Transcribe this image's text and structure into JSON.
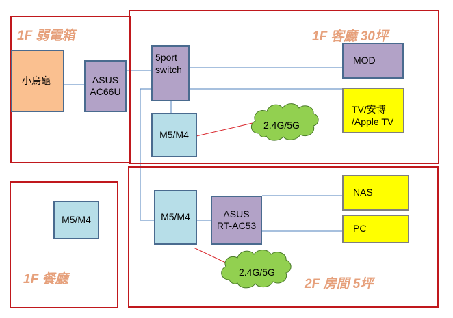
{
  "zones": {
    "utility": "1F 弱電箱",
    "living": "1F 客廳 30坪",
    "dining": "1F 餐廳",
    "room": "2F 房間 5坪"
  },
  "devices": {
    "modem": "小烏龜",
    "router_main": "ASUS\nAC66U",
    "switch": "5port\nswitch",
    "mesh_living": "M5/M4",
    "mod": "MOD",
    "tv": "TV/安博\n/Apple TV",
    "mesh_dining": "M5/M4",
    "mesh_room": "M5/M4",
    "router_room": "ASUS\nRT-AC53",
    "nas": "NAS",
    "pc": "PC"
  },
  "wireless": {
    "living_cloud": "2.4G/5G",
    "room_cloud": "2.4G/5G"
  },
  "colors": {
    "zone_border": "#c0181d",
    "zone_label": "#e6a07b",
    "router": "#b2a2c7",
    "mesh": "#b7dee8",
    "endpoint": "#ffff00",
    "modem": "#fac090",
    "cloud": "#92d050",
    "wire": "#4f81bd",
    "wireless_link": "#d9262c"
  }
}
